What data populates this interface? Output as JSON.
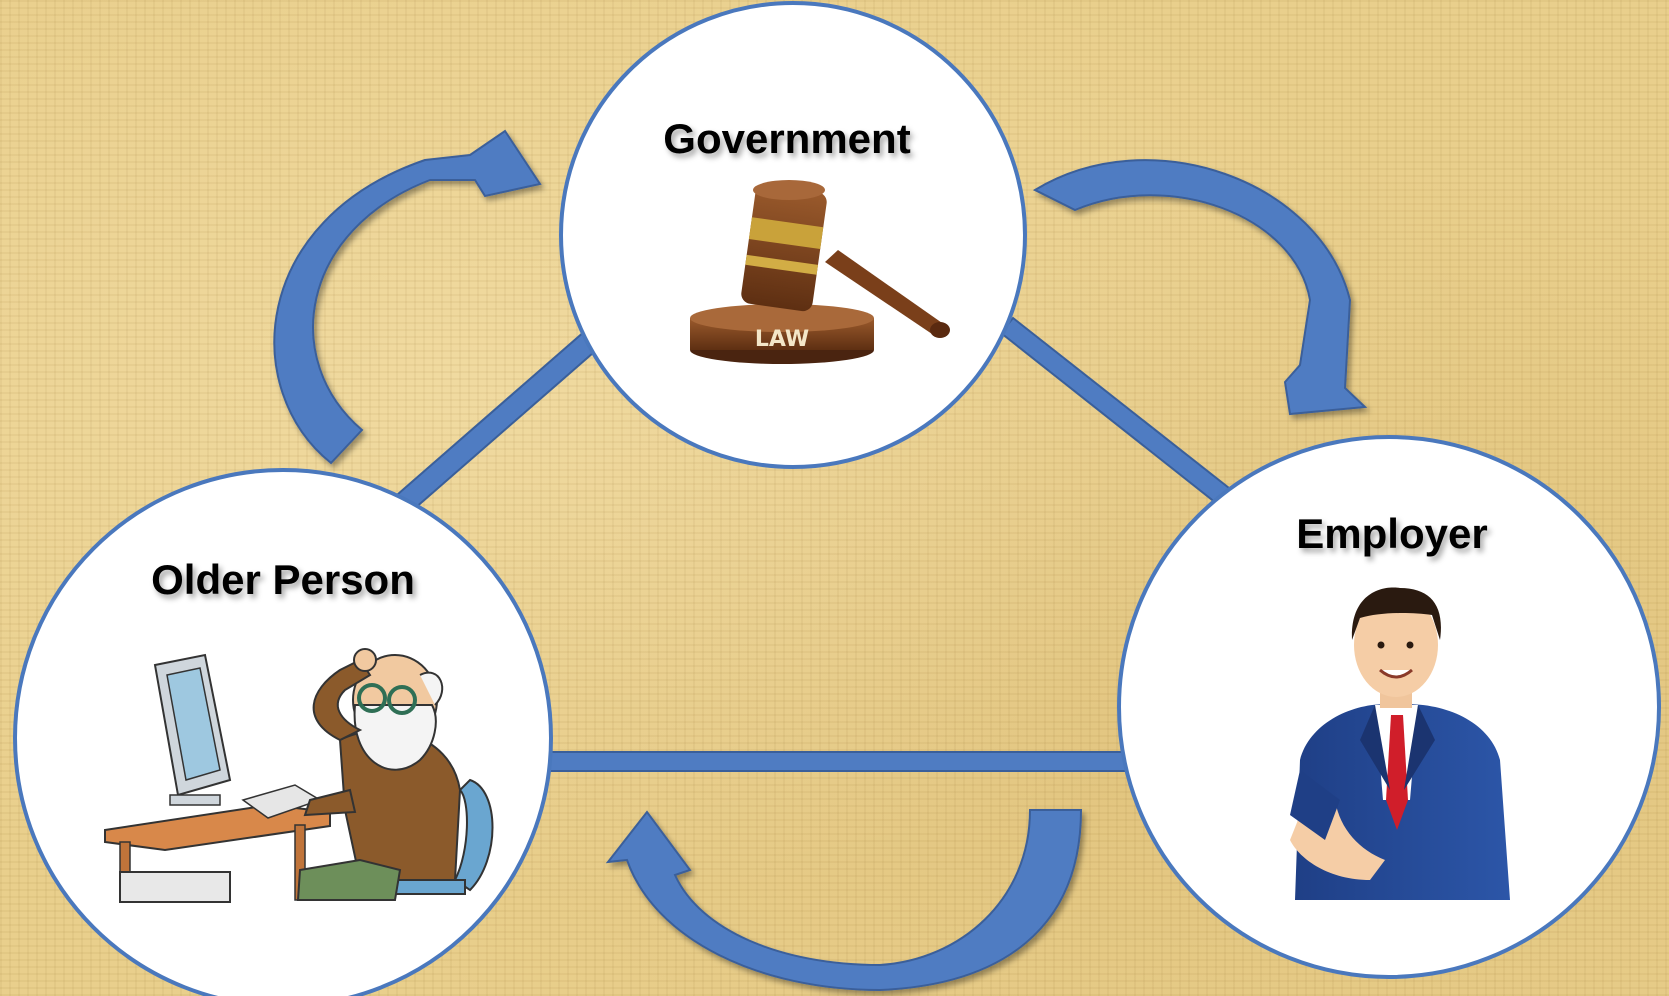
{
  "nodes": {
    "government": {
      "label": "Government",
      "plaque_text": "LAW"
    },
    "employer": {
      "label": "Employer"
    },
    "older_person": {
      "label": "Older Person"
    }
  },
  "colors": {
    "connector": "#4f7cc2",
    "circle_border": "#4a78bd",
    "circle_fill": "#ffffff",
    "background": "#e9cf8c"
  },
  "icons": {
    "government": "gavel-icon",
    "employer": "businessman-icon",
    "older_person": "elderly-man-at-computer-icon"
  }
}
